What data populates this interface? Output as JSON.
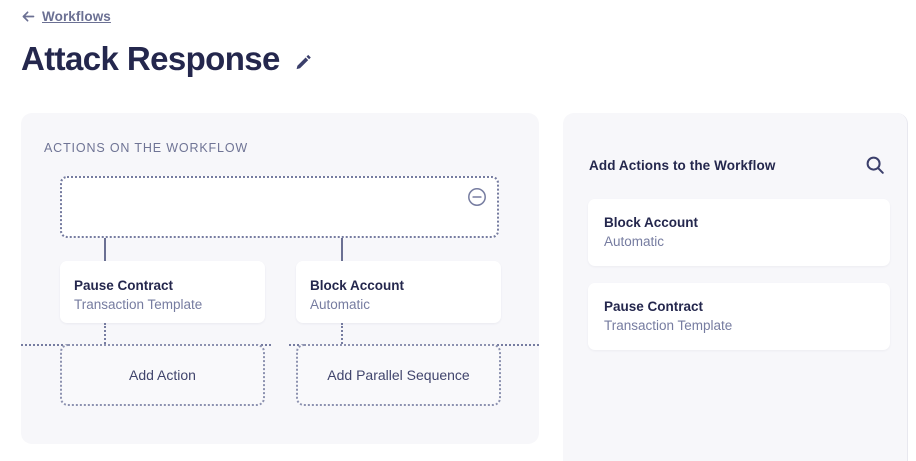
{
  "header": {
    "back_link": "Workflows",
    "back_icon": "arrow-left-icon",
    "title": "Attack Response",
    "edit_icon": "pencil-icon"
  },
  "canvas": {
    "section_label": "ACTIONS ON THE WORKFLOW",
    "dropzone": {
      "content": "",
      "remove_icon": "minus-circle-icon"
    },
    "nodes": [
      {
        "title": "Pause Contract",
        "subtitle": "Transaction Template"
      },
      {
        "title": "Block Account",
        "subtitle": "Automatic"
      }
    ],
    "add_buttons": [
      {
        "label": "Add Action"
      },
      {
        "label": "Add Parallel Sequence"
      }
    ]
  },
  "library": {
    "heading": "Add Actions to the Workflow",
    "search_icon": "search-icon",
    "items": [
      {
        "title": "Block Account",
        "subtitle": "Automatic"
      },
      {
        "title": "Pause Contract",
        "subtitle": "Transaction Template"
      }
    ]
  },
  "colors": {
    "ink": "#24274d",
    "muted": "#767ca0",
    "panel": "#f7f7fa",
    "card": "#ffffff"
  }
}
